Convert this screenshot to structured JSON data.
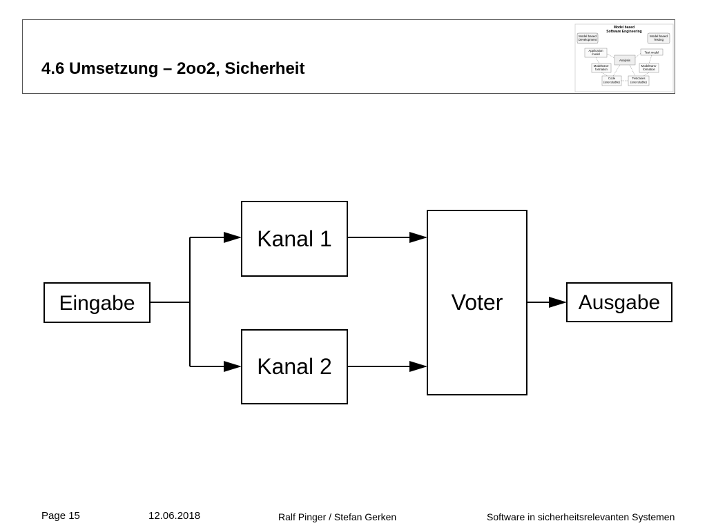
{
  "slide": {
    "title": "4.6 Umsetzung – 2oo2, Sicherheit"
  },
  "thumbnail": {
    "title_line1": "Model based",
    "title_line2": "Software Engineering",
    "dev_line1": "Model based",
    "dev_line2": "Development",
    "testing_line1": "Model based",
    "testing_line2": "Testing",
    "app_line1": "Application",
    "app_line2": "model",
    "test_model": "Test model",
    "analysis": "Analysis",
    "trans_left_line1": "Modeltrans-",
    "trans_left_line2": "formation",
    "trans_right_line1": "Modeltrans-",
    "trans_right_line2": "formation",
    "code_line1": "Code",
    "code_line2": "(executable)",
    "testcases_line1": "Testcases",
    "testcases_line2": "(executable)"
  },
  "diagram": {
    "eingabe": "Eingabe",
    "kanal1": "Kanal 1",
    "kanal2": "Kanal 2",
    "voter": "Voter",
    "ausgabe": "Ausgabe"
  },
  "footer": {
    "page": "Page 15",
    "date": "12.06.2018",
    "authors": "Ralf Pinger / Stefan Gerken",
    "course": "Software in sicherheitsrelevanten Systemen"
  }
}
